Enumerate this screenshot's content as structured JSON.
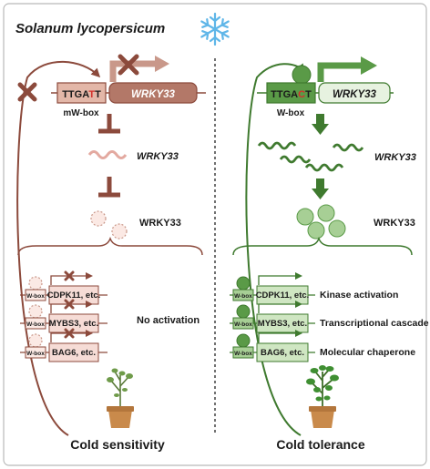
{
  "species": "Solanum lycopersicum",
  "colors": {
    "brown": "#8c4a3c",
    "brown_light": "#c9988a",
    "pink_fill": "#f6dcd6",
    "green_dark": "#3f7a2f",
    "green": "#5a9a47",
    "green_light": "#a7cf95",
    "green_pale": "#e7f2e0",
    "snow": "#5fb6e8"
  },
  "icons": {
    "cold": "snowflake-icon",
    "plant": "tomato-plant-icon"
  },
  "left": {
    "promoter_seq_prefix": "TTGA",
    "promoter_seq_mut": "T",
    "promoter_seq_last": "T",
    "promoter_label": "mW-box",
    "gene": "WRKY33",
    "transcript": "WRKY33",
    "protein": "WRKY33",
    "targets": [
      {
        "box": "W-box",
        "gene": "CDPK11, etc."
      },
      {
        "box": "W-box",
        "gene": "MYBS3, etc."
      },
      {
        "box": "W-box",
        "gene": "BAG6, etc."
      }
    ],
    "target_status": "No activation",
    "phenotype": "Cold sensitivity"
  },
  "right": {
    "promoter_seq_prefix": "TTGA",
    "promoter_seq_mut": "C",
    "promoter_seq_last": "T",
    "promoter_label": "W-box",
    "gene": "WRKY33",
    "transcript": "WRKY33",
    "protein": "WRKY33",
    "targets": [
      {
        "box": "W-box",
        "gene": "CDPK11, etc.",
        "function": "Kinase activation"
      },
      {
        "box": "W-box",
        "gene": "MYBS3, etc.",
        "function": "Transcriptional cascade"
      },
      {
        "box": "W-box",
        "gene": "BAG6, etc.",
        "function": "Molecular chaperone"
      }
    ],
    "phenotype": "Cold tolerance"
  }
}
